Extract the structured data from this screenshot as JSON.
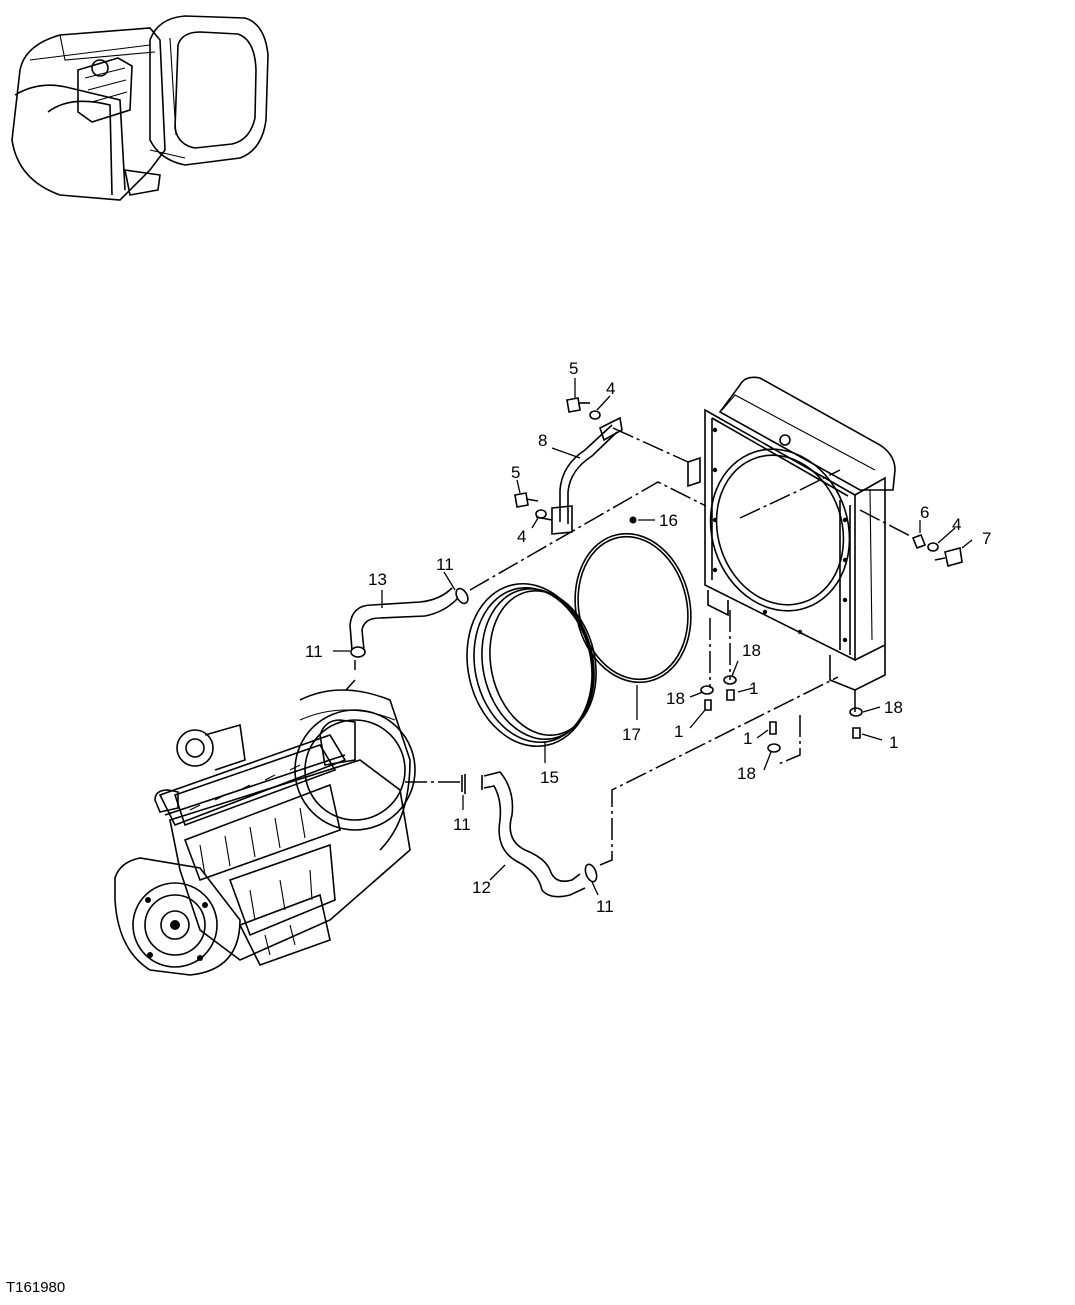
{
  "figure_id": "T161980",
  "callouts": {
    "c1a": "1",
    "c1b": "1",
    "c1c": "1",
    "c1d": "1",
    "c4a": "4",
    "c4b": "4",
    "c4c": "4",
    "c5a": "5",
    "c5b": "5",
    "c6": "6",
    "c7": "7",
    "c8": "8",
    "c11a": "11",
    "c11b": "11",
    "c11c": "11",
    "c11d": "11",
    "c12": "12",
    "c13": "13",
    "c15": "15",
    "c16": "16",
    "c17": "17",
    "c18a": "18",
    "c18b": "18",
    "c18c": "18",
    "c18d": "18"
  }
}
